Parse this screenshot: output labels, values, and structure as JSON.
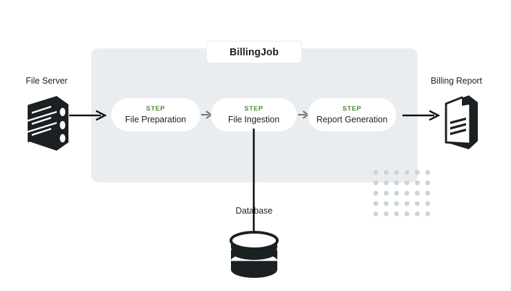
{
  "diagram": {
    "type": "pipeline-flow",
    "job": {
      "name": "BillingJob",
      "panel_color": "#eaedef"
    },
    "steps": [
      {
        "kicker": "STEP",
        "title": "File Preparation"
      },
      {
        "kicker": "STEP",
        "title": "File Ingestion"
      },
      {
        "kicker": "STEP",
        "title": "Report Generation"
      }
    ],
    "nodes": {
      "source": {
        "label": "File Server",
        "icon": "file-server-icon"
      },
      "sink": {
        "label": "Billing Report",
        "icon": "document-icon"
      },
      "store": {
        "label": "Database",
        "icon": "database-icon"
      }
    },
    "colors": {
      "step_kicker": "#4f8a3d",
      "text": "#1b1f23",
      "panel": "#eaedef",
      "icon": "#1b2023",
      "dot": "#ccd4d9",
      "mini_arrow": "#6b7176",
      "background": "#ffffff"
    },
    "connectors": {
      "source_to_pipeline": "arrow-right",
      "step_to_step": "arrow-right",
      "pipeline_to_sink": "arrow-right",
      "ingestion_to_database": "arrow-down"
    },
    "decoration": {
      "dot_grid_columns": 6,
      "dot_grid_rows": 5
    }
  }
}
